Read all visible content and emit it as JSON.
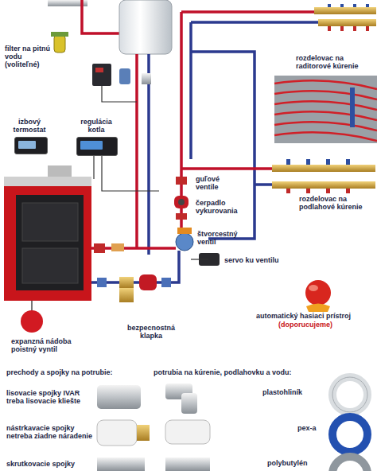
{
  "diagram": {
    "nodes": [
      {
        "text": [
          "izbový termostat"
        ]
      },
      {
        "text": [
          "regulácia kotla"
        ]
      }
    ],
    "labels": [
      "filter na pitnú vodu (voliteľné)",
      "rozdelovac na raditorové kúrenie",
      "guľové ventile",
      "čerpadlo vykurovania",
      "štvorcestný ventil",
      "servo ku ventilu",
      "rozdelovac na podlahové kúrenie",
      "bezpecnostná klapka",
      "expanzná nádoba poistný vyntil",
      "automatický hasiaci prístroj",
      "(doporucujeme)",
      "prechody a spojky na potrubie:",
      "potrubia na kúrenie, podlahovku a vodu:",
      "lisovacie spojky IVAR treba lisovacie kliešte",
      "nástrkavacie spojky netreba ziadne náradenie",
      "skrutkovacie spojky",
      "plastohliník",
      "pex-a",
      "polybutylén"
    ]
  }
}
